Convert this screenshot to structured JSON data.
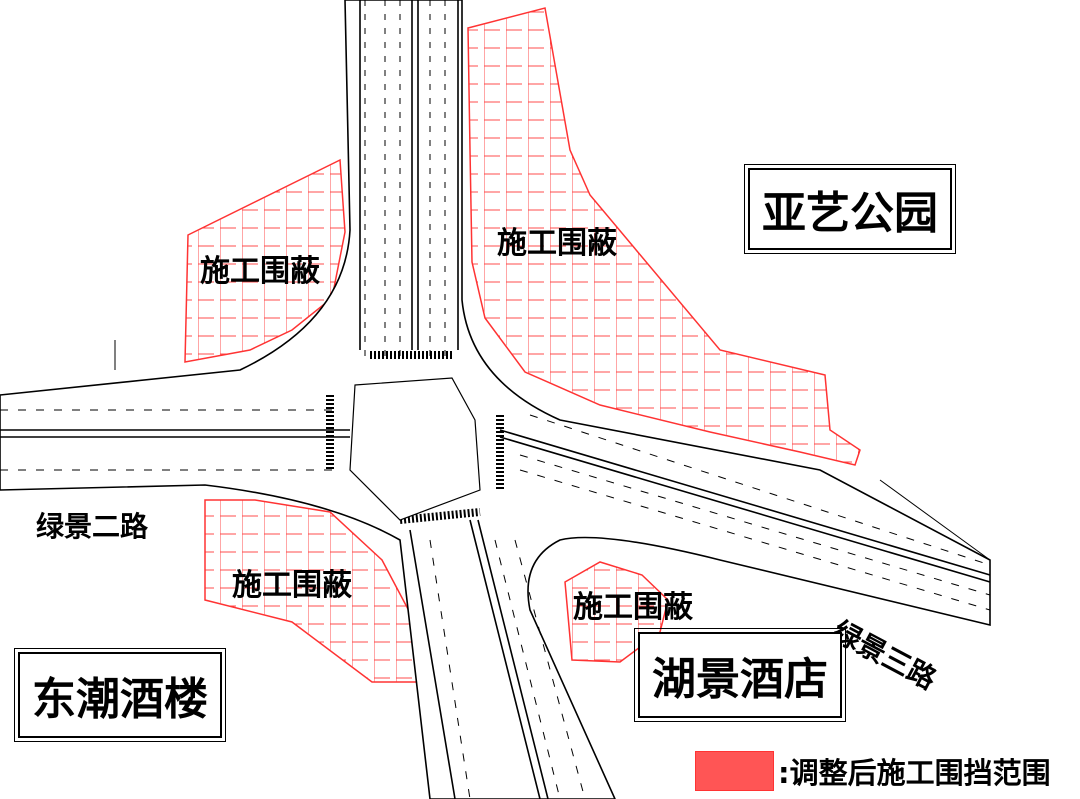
{
  "zones": {
    "nw": "施工围蔽",
    "ne": "施工围蔽",
    "sw": "施工围蔽",
    "se": "施工围蔽"
  },
  "landmarks": {
    "park": "亚艺公园",
    "restaurant": "东潮酒楼",
    "hotel": "湖景酒店"
  },
  "roads": {
    "west": "绿景二路",
    "east": "绿景三路"
  },
  "legend": {
    "text": ":调整后施工围挡范围"
  },
  "colors": {
    "hatch": "#ff3333",
    "line": "#000000"
  }
}
